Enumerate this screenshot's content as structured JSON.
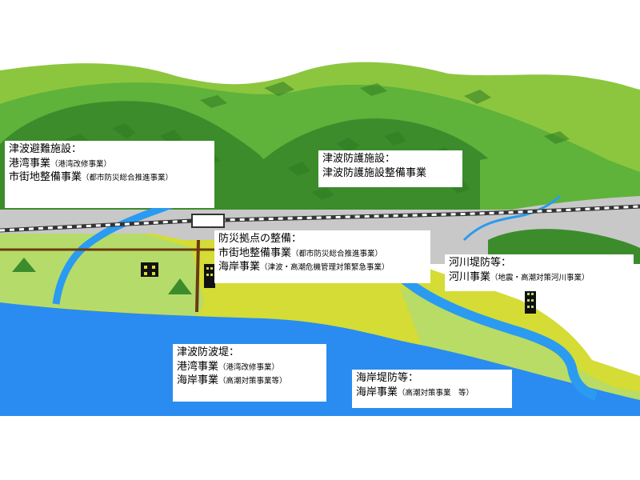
{
  "colors": {
    "mountain_light": "#8cc63f",
    "mountain_mid": "#5fb23a",
    "mountain_dark": "#3c8c2c",
    "urban_gray": "#c8c8c8",
    "lowland_yellow": "#d4dc35",
    "lowland_lightgreen": "#b5dc6a",
    "sea_blue": "#2a8cf0",
    "river_blue": "#2a9bf0",
    "road_brown": "#6b3a10",
    "railway_black": "#333333",
    "building_black": "#111111"
  },
  "icons": [
    "building-icon",
    "tree-icon",
    "railway-track"
  ],
  "labels": {
    "evacuation": {
      "title": "津波避難施設：",
      "line1_main": "港湾事業",
      "line1_sub": "（港湾改修事業）",
      "line2_main": "市街地整備事業",
      "line2_sub": "（都市防災総合推進事業）"
    },
    "protection": {
      "title": "津波防護施設：",
      "line1_main": "津波防護施設整備事業",
      "line1_sub": ""
    },
    "base": {
      "title": "防災拠点の整備：",
      "line1_main": "市街地整備事業",
      "line1_sub": "（都市防災総合推進事業）",
      "line2_main": "海岸事業",
      "line2_sub": "（津波・高潮危機管理対策緊急事業）"
    },
    "river": {
      "title": "河川堤防等：",
      "line1_main": "河川事業",
      "line1_sub": "（地震・高潮対策河川事業）"
    },
    "breakwater": {
      "title": "津波防波堤：",
      "line1_main": "港湾事業",
      "line1_sub": "（港湾改修事業）",
      "line2_main": "海岸事業",
      "line2_sub": "（高潮対策事業等）"
    },
    "seawall": {
      "title": "海岸堤防等：",
      "line1_main": "海岸事業",
      "line1_sub": "（高潮対策事業　等）"
    }
  }
}
